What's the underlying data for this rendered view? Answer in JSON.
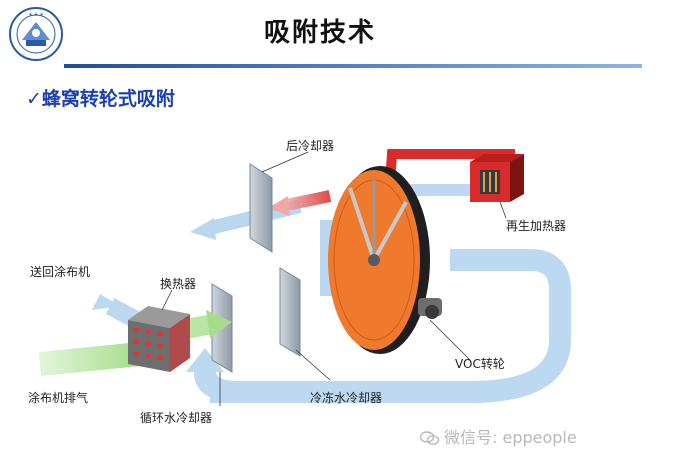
{
  "header": {
    "title": "吸附技术",
    "university_seal": "SHANGHAI UNIVERSITY OF ENGINEERING SCIENCE"
  },
  "section": {
    "check_mark": "✓",
    "subtitle": "蜂窝转轮式吸附"
  },
  "diagram": {
    "labels": {
      "after_cooler": "后冷却器",
      "regen_heater": "再生加热器",
      "return_coater": "送回涂布机",
      "heat_exchanger": "换热器",
      "voc_wheel": "VOC转轮",
      "coater_exhaust": "涂布机排气",
      "cooling_water": "循环水冷却器",
      "chilled_water": "冷冻水冷却器"
    },
    "colors": {
      "process_air": "#a9cdec",
      "hot_air": "#d92b2b",
      "exhaust": "#b9e6a6",
      "wheel": "#ef7a2e",
      "wheel_rim": "#2a2a2a"
    }
  },
  "watermark": {
    "icon": "wechat-icon",
    "text": "微信号: eppeople"
  }
}
